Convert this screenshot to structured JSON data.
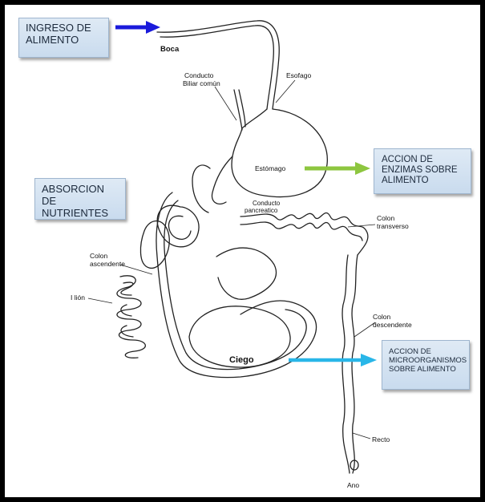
{
  "callouts": {
    "ingreso": "INGRESO  DE\nALIMENTO",
    "absorcion": "ABSORCION DE\nNUTRIENTES",
    "enzimas": "ACCION DE\nENZIMAS SOBRE\nALIMENTO",
    "microorganismos": "ACCION DE\nMICROORGANISMOS\nSOBRE ALIMENTO"
  },
  "labels": {
    "boca": "Boca",
    "conducto_biliar_1": "Conducto",
    "conducto_biliar_2": "Biliar común",
    "esofago": "Esofago",
    "estomago": "Estómago",
    "conducto_pancreatico_1": "Conducto",
    "conducto_pancreatico_2": "pancreatico",
    "colon_transverso_1": "Colon",
    "colon_transverso_2": "transverso",
    "colon_ascendente_1": "Colon",
    "colon_ascendente_2": "ascendente",
    "ilion": "I lión",
    "colon_descendente_1": "Colon",
    "colon_descendente_2": "descendente",
    "ciego": "Ciego",
    "recto": "Recto",
    "ano": "Ano"
  },
  "colors": {
    "arrow_ingreso": "#1a1adb",
    "arrow_enzimas": "#8dc63f",
    "arrow_micro": "#29b6e8",
    "callout_fill": "#d3e2f2",
    "frame": "#000000"
  }
}
